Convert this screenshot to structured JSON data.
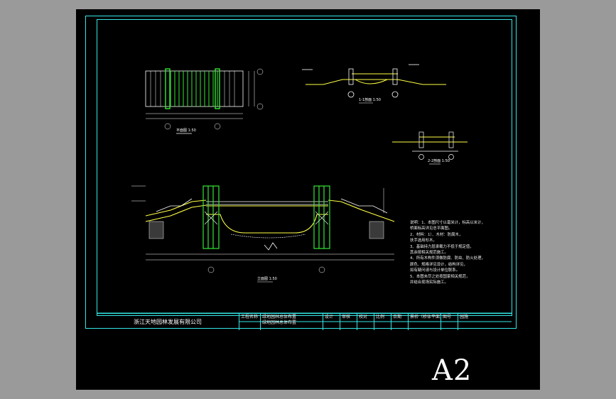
{
  "colors": {
    "frame": "#35e7e7",
    "structure": "#35e735",
    "cross_section": "#ffff44",
    "dimension": "#ffffff",
    "paper": "#000000",
    "background": "#9a9a9a"
  },
  "title_block": {
    "company": "浙江天地园林发展有限公司",
    "project_top": "绿地园林总体布置",
    "project_bottom": "绿地园林总体布置",
    "cells": [
      "工程名称",
      "设计",
      "审核",
      "校对",
      "比例",
      "日期",
      "图号"
    ],
    "drawing_name": "景桥（桥体平面）",
    "sheet_no": "园施"
  },
  "sheet_size": "A2",
  "notes": {
    "lines": [
      "说明：1、本图尺寸以毫米计，标高以米计，",
      "    桥面标高详见总平面图。",
      "  2、材料：1）、木材：防腐木，",
      "    扶手选用杉木。",
      "  3、基础持力层承载力不低于规定值，",
      "    其余按相关规范施工。",
      "  4、所有木构件须做防腐、防虫、防火处理，",
      "    颜色、规格详见设计，结构详见，",
      "    如有疑问请与设计单位联系。",
      "  5、本图未尽之处按国家相关规范，",
      "    并结合现场实际施工。"
    ]
  },
  "view_labels": {
    "plan": "平面图 1:50",
    "elevation": "立面图 1:50",
    "section_a": "1-1剖面 1:50",
    "section_b": "2-2剖面 1:50"
  }
}
